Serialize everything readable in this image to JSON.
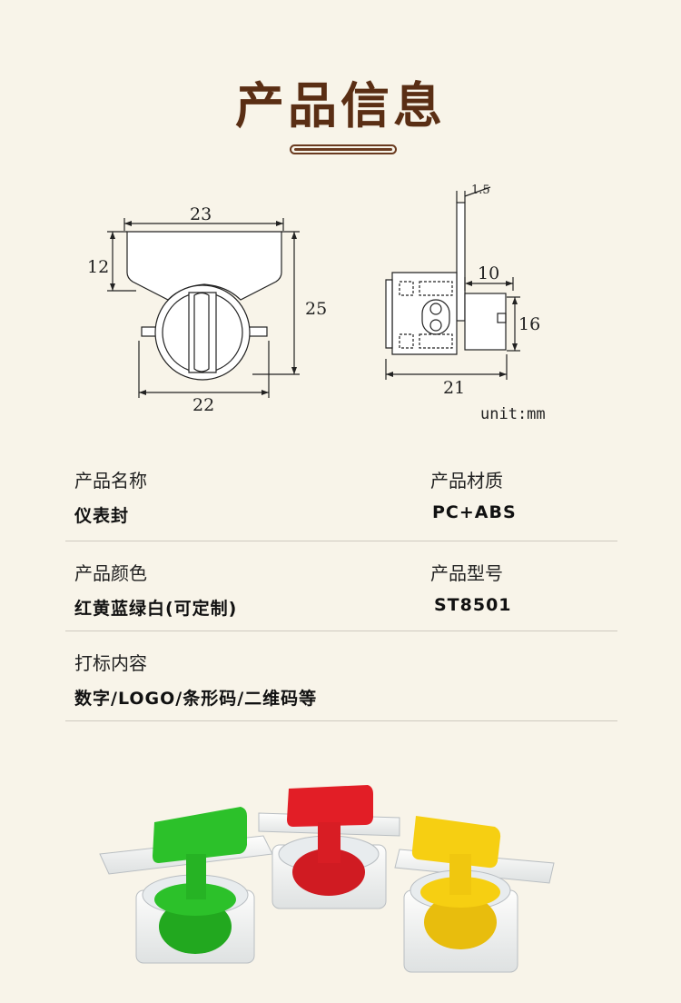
{
  "header": {
    "title": "产品信息"
  },
  "diagram": {
    "front": {
      "width_top": "23",
      "height_tab": "12",
      "height_total": "25",
      "width_bottom": "22"
    },
    "side": {
      "thickness": "1.5",
      "width_slot": "10",
      "height_slot": "16",
      "width_total": "21"
    },
    "unit": "unit:mm"
  },
  "specs": {
    "name_label": "产品名称",
    "name_value": "仪表封",
    "material_label": "产品材质",
    "material_value": "PC+ABS",
    "color_label": "产品颜色",
    "color_value": "红黄蓝绿白(可定制)",
    "model_label": "产品型号",
    "model_value": "ST8501",
    "marking_label": "打标内容",
    "marking_value": "数字/LOGO/条形码/二维码等"
  },
  "colors": {
    "title": "#5a2e14",
    "background": "#f8f4e9",
    "green": "#2cc12a",
    "red": "#e21e26",
    "yellow": "#f6cf12"
  }
}
